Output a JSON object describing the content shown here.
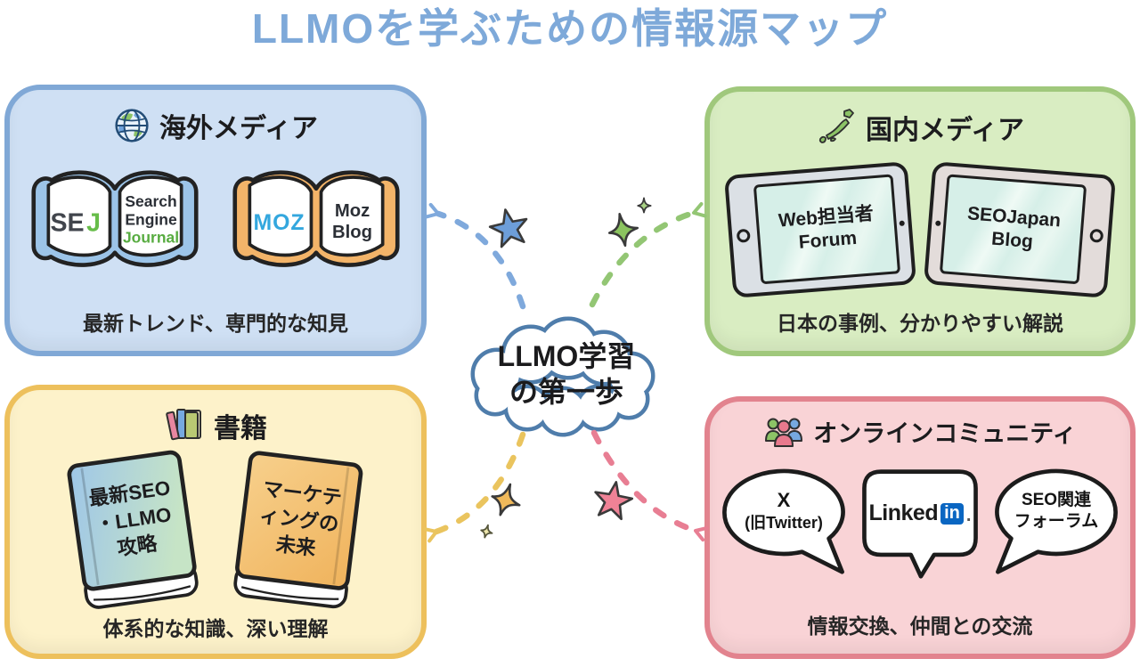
{
  "title": "LLMOを学ぶための情報源マップ",
  "center_cloud": {
    "line1": "LLMO学習",
    "line2": "の第一歩"
  },
  "colors": {
    "title": "#7ea9d9",
    "overseas_bg": "#cfe0f4",
    "overseas_border": "#80a8d6",
    "domestic_bg": "#d9edc2",
    "domestic_border": "#a0c87c",
    "books_bg": "#fdf2ca",
    "books_border": "#edc05c",
    "community_bg": "#f9d3d6",
    "community_border": "#e2838e",
    "arrow_blue": "#7fa9dc",
    "arrow_green": "#93c674",
    "arrow_yellow": "#eac45e",
    "arrow_pink": "#e87e93",
    "cloud_border": "#4f7dab",
    "linkedin_blue": "#0a66c2"
  },
  "sections": {
    "overseas": {
      "heading": "海外メディア",
      "icon": "globe-icon",
      "sej_book": {
        "logo_se": "SE",
        "logo_j": "J",
        "page_line1": "Search",
        "page_line2": "Engine",
        "page_line3": "Journal"
      },
      "moz_book": {
        "logo": "MOZ",
        "page_line1": "Moz",
        "page_line2": "Blog"
      },
      "caption": "最新トレンド、専門的な知見"
    },
    "domestic": {
      "heading": "国内メディア",
      "icon": "japan-map-icon",
      "tablet1": {
        "line1": "Web担当者",
        "line2": "Forum"
      },
      "tablet2": {
        "line1": "SEOJapan",
        "line2": "Blog"
      },
      "caption": "日本の事例、分かりやすい解説"
    },
    "books": {
      "heading": "書籍",
      "icon": "books-stack-icon",
      "book1": {
        "line1": "最新SEO",
        "line2": "・LLMO",
        "line3": "攻略"
      },
      "book2": {
        "line1": "マーケテ",
        "line2": "ィングの",
        "line3": "未来"
      },
      "caption": "体系的な知識、深い理解"
    },
    "community": {
      "heading": "オンラインコミュニティ",
      "icon": "people-group-icon",
      "bubble_x": {
        "line1": "X",
        "line2": "(旧Twitter)"
      },
      "bubble_linkedin": {
        "text": "Linked",
        "badge": "in",
        "dot": "."
      },
      "bubble_forum": {
        "line1": "SEO関連",
        "line2": "フォーラム"
      },
      "caption": "情報交換、仲間との交流"
    }
  }
}
